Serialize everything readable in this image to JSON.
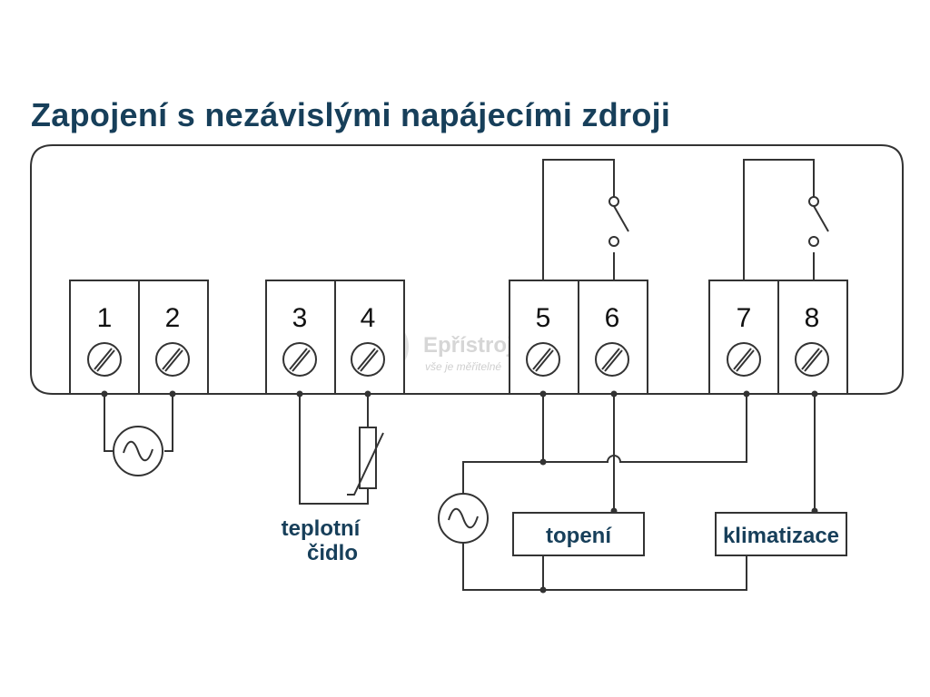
{
  "title": "Zapojení s nezávislými napájecími zdroji",
  "terminals": [
    "1",
    "2",
    "3",
    "4",
    "5",
    "6",
    "7",
    "8"
  ],
  "labels": {
    "sensor_line1": "teplotní",
    "sensor_line2": "čidlo",
    "heating": "topení",
    "cooling": "klimatizace"
  },
  "watermark": {
    "brand": "Epřístroje.cz",
    "tagline": "vše je měřitelné"
  },
  "icons": [
    "ac-source-icon",
    "thermistor-icon",
    "relay-switch-icon",
    "screw-terminal-icon"
  ],
  "colors": {
    "title": "#173f5a",
    "lines": "#333333",
    "watermark": "#d6d6d6"
  }
}
